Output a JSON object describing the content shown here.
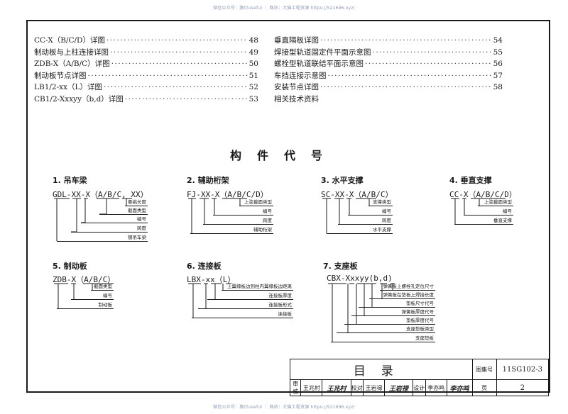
{
  "watermark": {
    "top": "微信公众号：豚贝useful ｜ 网站：大猫工程资源 https://521696.xyz/",
    "bottom": "微信公众号：豚贝useful ｜ 网站：大猫工程资源 https://521696.xyz/"
  },
  "toc": {
    "left": [
      {
        "title": "CC-X（B/C/D）详图",
        "page": "48"
      },
      {
        "title": "制动板与上柱连接详图",
        "page": "49"
      },
      {
        "title": "ZDB-X（A/B/C）详图",
        "page": "50"
      },
      {
        "title": "制动板节点详图",
        "page": "51"
      },
      {
        "title": "LB1/2-xx（L）详图",
        "page": "52"
      },
      {
        "title": "CB1/2-Xxxyy（b,d）详图",
        "page": "53"
      }
    ],
    "right": [
      {
        "title": "垂直隔板详图",
        "page": "54"
      },
      {
        "title": "焊接型轨道固定件平面示意图",
        "page": "55"
      },
      {
        "title": "螺栓型轨道联结平面示意图",
        "page": "56"
      },
      {
        "title": "车挡连接示意图",
        "page": "57"
      },
      {
        "title": "安装节点详图",
        "page": "58"
      },
      {
        "title": "相关技术资料",
        "page": ""
      }
    ]
  },
  "section_title": "构件代号",
  "components": [
    {
      "title": "1. 吊车梁",
      "code": "GDL-XX-X（A/B/C, XX）",
      "labels": [
        "悬挑长度",
        "截面类型",
        "编号",
        "跨度",
        "钢吊车梁"
      ]
    },
    {
      "title": "2. 辅助桁架",
      "code": "FJ-XX-X（A/B/C/D）",
      "labels": [
        "上弦截面类型",
        "编号",
        "跨度",
        "辅助桁架"
      ]
    },
    {
      "title": "3. 水平支撑",
      "code": "SC-XX-X（A/B/C）",
      "labels": [
        "支撑类型",
        "编号",
        "跨度",
        "水平支撑"
      ]
    },
    {
      "title": "4. 垂直支撑",
      "code": "CC-X（A/B/C/D）",
      "labels": [
        "上弦截面类型",
        "编号",
        "垂直支撑"
      ]
    },
    {
      "title": "5. 制动板",
      "code": "ZDB-X（A/B/C）",
      "labels": [
        "截面类型",
        "编号",
        "制动板"
      ]
    },
    {
      "title": "6. 连接板",
      "code": "LBX-xx（L）",
      "labels": [
        "上翼缘板边到柱内翼缘板边距离",
        "连接板厚度",
        "连接板形式",
        "连接板"
      ]
    },
    {
      "title": "7. 支座板",
      "code": "CBX-Xxxyy(b,d)",
      "labels": [
        "弹簧板上螺栓孔定位尺寸",
        "弹簧板在垫板上焊接长度",
        "垫板尺寸代号",
        "弹簧板厚度代号",
        "垫板厚度代号",
        "支座垫板类型",
        "支座垫板"
      ]
    }
  ],
  "title_block": {
    "title": "目录",
    "atlas_label": "图集号",
    "atlas_no": "11SG102-3",
    "review_label": "审核",
    "reviewer": "王兆村",
    "reviewer_sig": "王兆村",
    "check_label": "校对",
    "checker": "王岩禄",
    "checker_sig": "王岩禄",
    "design_label": "设计",
    "designer": "李亦鸣",
    "designer_sig": "李亦鸣",
    "page_label": "页",
    "page_no": "2"
  }
}
